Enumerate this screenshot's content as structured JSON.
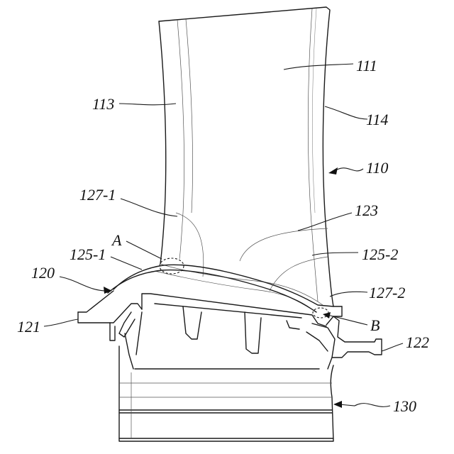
{
  "labels": {
    "l111": "111",
    "l113": "113",
    "l114": "114",
    "l110": "110",
    "l123": "123",
    "l127_1": "127-1",
    "lA": "A",
    "l125_1": "125-1",
    "l125_2": "125-2",
    "l120": "120",
    "l127_2": "127-2",
    "l121": "121",
    "lB": "B",
    "l122": "122",
    "l130": "130"
  }
}
